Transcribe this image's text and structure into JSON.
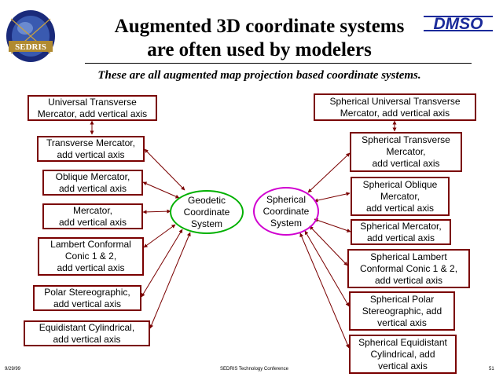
{
  "slide": {
    "title_line1": "Augmented 3D coordinate systems",
    "title_line2": "are often used by modelers",
    "subtitle": "These are all augmented map projection based coordinate systems.",
    "logo_left_text": "SEDRIS",
    "logo_right_text": "DMSO"
  },
  "left_boxes": [
    {
      "line1": "Universal Transverse",
      "line2": "Mercator, add vertical axis"
    },
    {
      "line1": "Transverse Mercator,",
      "line2": "add vertical axis"
    },
    {
      "line1": "Oblique Mercator,",
      "line2": "add vertical axis"
    },
    {
      "line1": "Mercator,",
      "line2": "add vertical axis"
    },
    {
      "line1": "Lambert  Conformal",
      "line2": "Conic 1 & 2,",
      "line3": "add vertical axis"
    },
    {
      "line1": "Polar Stereographic,",
      "line2": "add vertical axis"
    },
    {
      "line1": "Equidistant Cylindrical,",
      "line2": "add vertical axis"
    }
  ],
  "right_boxes": [
    {
      "line1": "Spherical Universal Transverse",
      "line2": "Mercator, add vertical axis"
    },
    {
      "line1": "Spherical Transverse",
      "line2": "Mercator,",
      "line3": "add vertical axis"
    },
    {
      "line1": "Spherical Oblique",
      "line2": "Mercator,",
      "line3": "add vertical axis"
    },
    {
      "line1": "Spherical Mercator,",
      "line2": "add vertical axis"
    },
    {
      "line1": "Spherical Lambert",
      "line2": "Conformal Conic 1 & 2,",
      "line3": "add vertical axis"
    },
    {
      "line1": "Spherical Polar",
      "line2": "Stereographic, add",
      "line3": "vertical axis"
    },
    {
      "line1": "Spherical Equidistant",
      "line2": "Cylindrical, add",
      "line3": "vertical axis"
    }
  ],
  "geodetic": {
    "line1": "Geodetic",
    "line2": "Coordinate",
    "line3": "System"
  },
  "spherical": {
    "line1": "Spherical",
    "line2": "Coordinate",
    "line3": "System"
  },
  "footer": {
    "date": "9/29/99",
    "conference": "SEDRIS Technology Conference",
    "page": "51"
  },
  "colors": {
    "box_border": "#7a0000",
    "geodetic_border": "#00b000",
    "spherical_border": "#d000d0",
    "arrow": "#7a0000"
  }
}
